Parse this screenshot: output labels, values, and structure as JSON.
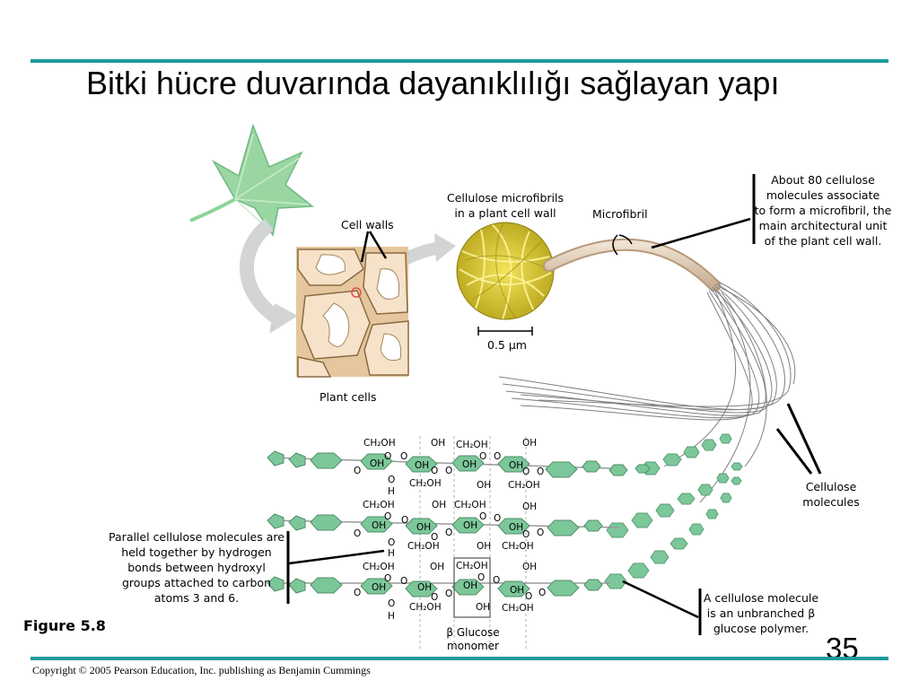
{
  "title": "Bitki hücre duvarında dayanıklılığı sağlayan yapı",
  "labels": {
    "cell_walls": "Cell walls",
    "plant_cells": "Plant cells",
    "microfibrils_photo": [
      "Cellulose microfibrils",
      "in a plant cell wall"
    ],
    "scale": "0.5 µm",
    "microfibril": "Microfibril",
    "about80": [
      "About 80 cellulose",
      "molecules associate",
      "to form a microfibril, the",
      "main architectural unit",
      "of the plant cell wall."
    ],
    "cellulose_molecules": [
      "Cellulose",
      "molecules"
    ],
    "parallel": [
      "Parallel cellulose molecules are",
      "held together by hydrogen",
      "bonds between hydroxyl",
      "groups attached to carbon",
      "atoms 3 and 6."
    ],
    "unbranched": [
      "A cellulose molecule",
      "is an unbranched β",
      "glucose polymer."
    ],
    "glucose_monomer": [
      "β Glucose",
      "monomer"
    ]
  },
  "chem": {
    "ch2oh": "CH₂OH",
    "oh": "OH",
    "o": "O",
    "h": "H"
  },
  "figure_label": "Figure 5.8",
  "page_number": "35",
  "copyright": "Copyright © 2005 Pearson Education, Inc. publishing as Benjamin Cummings",
  "colors": {
    "accent_rule": "#1b9a9c",
    "glucose_ring": "#7cc79a",
    "leaf": "#8ed49a",
    "cell_wall": "#d9ad7a",
    "microfibril_photo": "#d8c832"
  }
}
